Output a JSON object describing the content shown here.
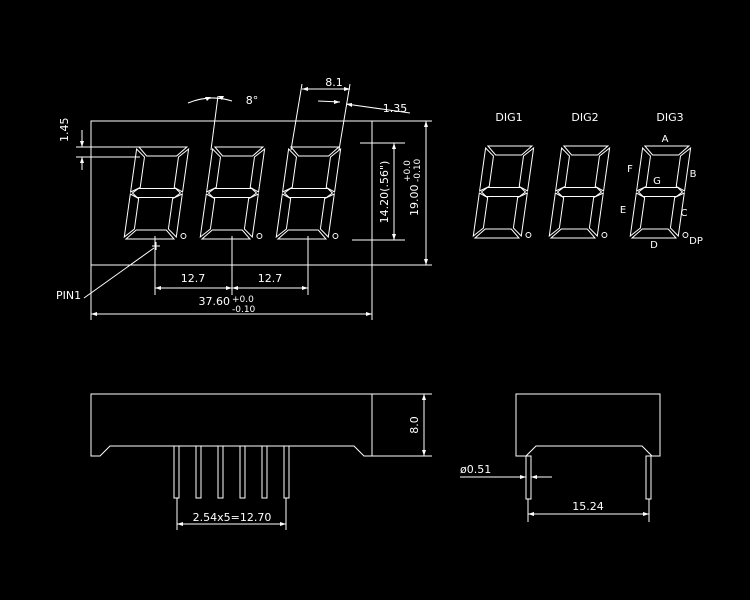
{
  "front_view": {
    "digit_height_label": "14.20(.56\")",
    "body_height_label": "19.00",
    "body_height_tol_plus": "+0.0",
    "body_height_tol_minus": "-0.10",
    "body_width_label": "37.60",
    "body_width_tol_plus": "+0.0",
    "body_width_tol_minus": "-0.10",
    "pitch_label_1": "12.7",
    "pitch_label_2": "12.7",
    "segment_offset_label": "1.45",
    "digit_width_label": "8.1",
    "dp_gap_label": "1.35",
    "slant_angle_label": "8°",
    "pin1_label": "PIN1"
  },
  "segment_map": {
    "digit_labels": [
      "DIG1",
      "DIG2",
      "DIG3"
    ],
    "segment_letters": {
      "a": "A",
      "b": "B",
      "c": "C",
      "d": "D",
      "e": "E",
      "f": "F",
      "g": "G",
      "dp": "DP"
    }
  },
  "side_view": {
    "height_label": "8.0",
    "pin_pitch_label": "2.54x5=12.70"
  },
  "end_view": {
    "pin_diameter_label": "ø0.51",
    "row_spacing_label": "15.24"
  }
}
